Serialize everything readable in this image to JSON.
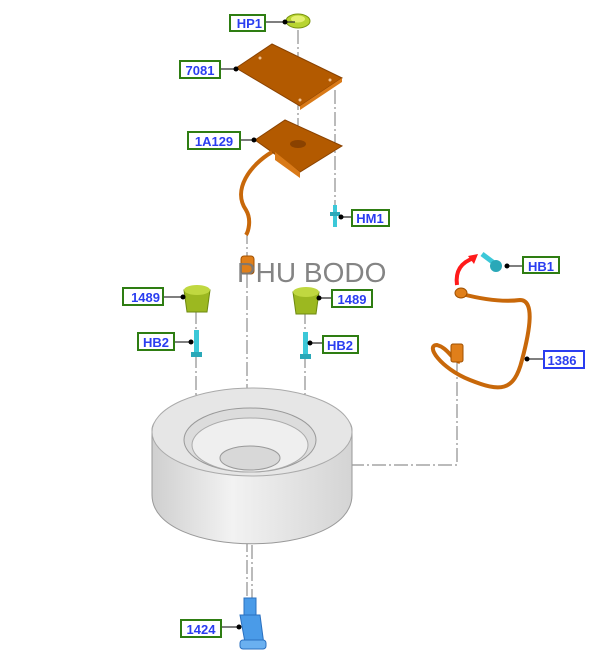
{
  "watermark": "PHU BODO",
  "callouts": {
    "hp1": "HP1",
    "c7081": "7081",
    "c1a129": "1A129",
    "hm1": "HM1",
    "hb1": "HB1",
    "c1489_left": "1489",
    "c1489_right": "1489",
    "hb2_left": "HB2",
    "hb2_right": "HB2",
    "c1386": "1386",
    "c1424": "1424"
  },
  "colors": {
    "label_text": "#2a3df0",
    "label_border": "#2e7d12",
    "label_border_alt": "#2a3df0",
    "bracket": "#b85c00",
    "bolt": "#3cc8d8",
    "bumper": "#9cb820",
    "jack": "#4a9be8",
    "arrow": "#ff1a1a"
  }
}
